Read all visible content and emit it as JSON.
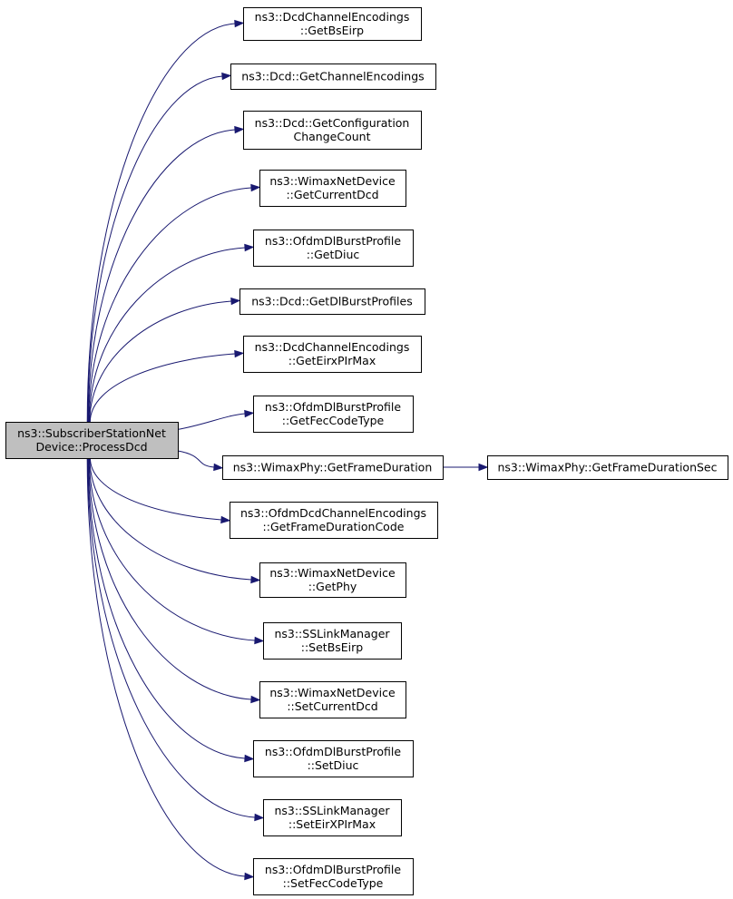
{
  "graph": {
    "colors": {
      "edge": "#191970",
      "root_fill": "#bfbfbf",
      "node_fill": "#ffffff",
      "border": "#000000"
    },
    "root": {
      "id": "root",
      "lines": [
        "ns3::SubscriberStationNet",
        "Device::ProcessDcd"
      ]
    },
    "nodes": [
      {
        "id": "n0",
        "lines": [
          "ns3::DcdChannelEncodings",
          "::GetBsEirp"
        ]
      },
      {
        "id": "n1",
        "lines": [
          "ns3::Dcd::GetChannelEncodings"
        ]
      },
      {
        "id": "n2",
        "lines": [
          "ns3::Dcd::GetConfiguration",
          "ChangeCount"
        ]
      },
      {
        "id": "n3",
        "lines": [
          "ns3::WimaxNetDevice",
          "::GetCurrentDcd"
        ]
      },
      {
        "id": "n4",
        "lines": [
          "ns3::OfdmDlBurstProfile",
          "::GetDiuc"
        ]
      },
      {
        "id": "n5",
        "lines": [
          "ns3::Dcd::GetDlBurstProfiles"
        ]
      },
      {
        "id": "n6",
        "lines": [
          "ns3::DcdChannelEncodings",
          "::GetEirxPIrMax"
        ]
      },
      {
        "id": "n7",
        "lines": [
          "ns3::OfdmDlBurstProfile",
          "::GetFecCodeType"
        ]
      },
      {
        "id": "n8",
        "lines": [
          "ns3::WimaxPhy::GetFrameDuration"
        ]
      },
      {
        "id": "n9",
        "lines": [
          "ns3::WimaxPhy::GetFrameDurationSec"
        ]
      },
      {
        "id": "n10",
        "lines": [
          "ns3::OfdmDcdChannelEncodings",
          "::GetFrameDurationCode"
        ]
      },
      {
        "id": "n11",
        "lines": [
          "ns3::WimaxNetDevice",
          "::GetPhy"
        ]
      },
      {
        "id": "n12",
        "lines": [
          "ns3::SSLinkManager",
          "::SetBsEirp"
        ]
      },
      {
        "id": "n13",
        "lines": [
          "ns3::WimaxNetDevice",
          "::SetCurrentDcd"
        ]
      },
      {
        "id": "n14",
        "lines": [
          "ns3::OfdmDlBurstProfile",
          "::SetDiuc"
        ]
      },
      {
        "id": "n15",
        "lines": [
          "ns3::SSLinkManager",
          "::SetEirXPIrMax"
        ]
      },
      {
        "id": "n16",
        "lines": [
          "ns3::OfdmDlBurstProfile",
          "::SetFecCodeType"
        ]
      }
    ],
    "edges": [
      [
        "root",
        "n0"
      ],
      [
        "root",
        "n1"
      ],
      [
        "root",
        "n2"
      ],
      [
        "root",
        "n3"
      ],
      [
        "root",
        "n4"
      ],
      [
        "root",
        "n5"
      ],
      [
        "root",
        "n6"
      ],
      [
        "root",
        "n7"
      ],
      [
        "root",
        "n8"
      ],
      [
        "root",
        "n10"
      ],
      [
        "root",
        "n11"
      ],
      [
        "root",
        "n12"
      ],
      [
        "root",
        "n13"
      ],
      [
        "root",
        "n14"
      ],
      [
        "root",
        "n15"
      ],
      [
        "root",
        "n16"
      ],
      [
        "n8",
        "n9"
      ]
    ]
  }
}
